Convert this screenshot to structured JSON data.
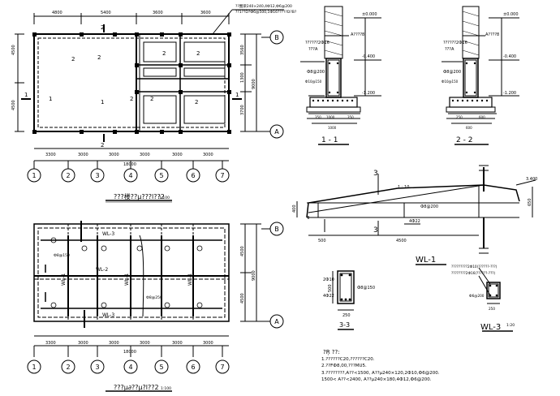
{
  "plan1": {
    "dims_top": [
      "4800",
      "5400",
      "3600",
      "3600"
    ],
    "dims_bottom": [
      "3300",
      "3000",
      "3000",
      "3000",
      "3000",
      "3000"
    ],
    "total": "18000",
    "right_dims": [
      "3560",
      "1300",
      "3700"
    ],
    "right_total": "9000",
    "left_dims": [
      "4500",
      "4500"
    ],
    "axes_num": [
      "1",
      "2",
      "3",
      "4",
      "5",
      "6",
      "7"
    ],
    "axes_letter": [
      "B",
      "A"
    ],
    "title": "???楼??µ???l??2",
    "title_scale": "1:100",
    "leader_note_1": "??圈梁240×240,4Ф12,Ф6@200",
    "leader_note_2": "??1??D?Ф6@500,1Ф16?????D?B?"
  },
  "plan2": {
    "dims_bottom": [
      "3300",
      "3000",
      "3000",
      "3000",
      "3000",
      "3000"
    ],
    "total": "18000",
    "right_dims": [
      "4500",
      "4500"
    ],
    "right_total": "9000",
    "axes_num": [
      "1",
      "2",
      "3",
      "4",
      "5",
      "6",
      "7"
    ],
    "axes_letter": [
      "B",
      "A"
    ],
    "labels": {
      "wl3": "WL-3",
      "wl1": "WL-1",
      "wl2": "WL-2",
      "rebar": "Ф8@150",
      "rebar2": "Ф8@250"
    },
    "title": "???µ∂??µ?l??2",
    "title_scale": "1:100"
  },
  "sec1": {
    "title": "1 - 1",
    "elev": [
      "±0.000",
      "-0.400",
      "-1.200"
    ],
    "note_a": "??????2Ф16",
    "note_b": "???A",
    "note_c": "A????8",
    "rebar": "Ф8@200",
    "rebar2": "Ф10@150",
    "dims": [
      "350",
      "1000",
      "350"
    ],
    "width": "1000"
  },
  "sec2": {
    "title": "2 - 2",
    "elev": [
      "±0.000",
      "-0.400",
      "-1.200"
    ],
    "note_a": "??????2Ф16",
    "note_b": "???A",
    "note_c": "A????8",
    "rebar": "Ф8@200",
    "rebar2": "Ф10@150",
    "dims": [
      "250",
      "600"
    ],
    "width": "600"
  },
  "wl1": {
    "title": "WL-1",
    "dims": [
      "500",
      "4500"
    ],
    "slope": "1 : 10",
    "rebar": "4Ф22",
    "rebar2": "Ф8@200",
    "h": "400",
    "h2": "650",
    "elev": "3.400",
    "sec_mark": "3"
  },
  "sec33": {
    "title": "3-3",
    "r1": "2Ф10",
    "r2": "Ф8@150",
    "r3": "4Ф22",
    "w": "250",
    "h": "500"
  },
  "wl3": {
    "title": "WL-3",
    "note1": "?????????2Ф10(??????-???)",
    "note2": "????????2Ф16(??????-???)",
    "r": "Ф6@200",
    "w": "250",
    "sub": "1:20"
  },
  "notes": {
    "title": "?Ŗ  ??:",
    "lines": [
      "1.??????C20,??????C20.",
      "  2.??FФ8,00,???MU5.",
      "3.????????,A??<1500,   A??µ240×120,2Ф10,Ф6@200.",
      "  1500< A??<2400,  A??µ240×180,4Ф12,Ф6@200."
    ]
  }
}
